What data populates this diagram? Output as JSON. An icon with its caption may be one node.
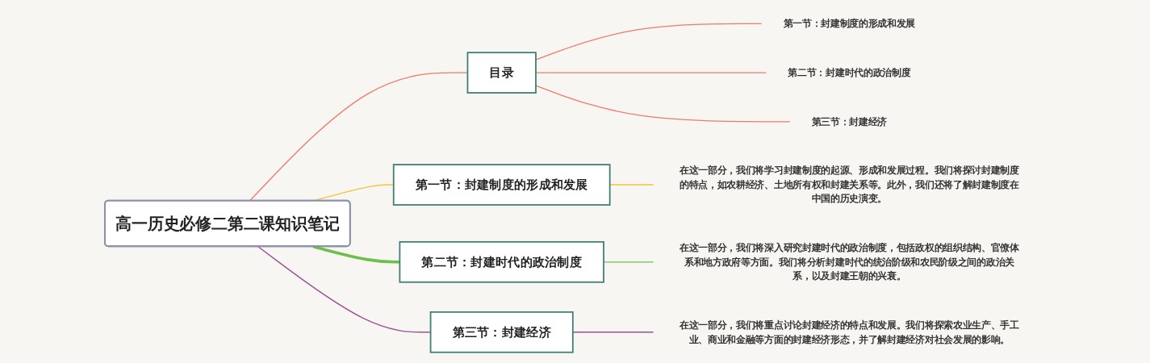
{
  "diagram": {
    "nodes": [
      {
        "text": [
          "高一历史必修二第二课知识笔记"
        ]
      },
      {
        "text": [
          "目录"
        ]
      },
      {
        "text": [
          "第一节：封建制度的形成和发展"
        ]
      },
      {
        "text": [
          "第二节：封建时代的政治制度"
        ]
      },
      {
        "text": [
          "第三节：封建经济"
        ]
      },
      {
        "text": [
          "第一节：封建制度的形成和发展"
        ]
      },
      {
        "text": [
          "在这一部分，我们将学习封建制度的起源、形成和发展过程。我们将探讨封建制度的特点，如农耕经济、土地所有权和封建关系等。此外，我们还将了解封建制度在中国的历史演变。"
        ]
      },
      {
        "text": [
          "第二节：封建时代的政治制度"
        ]
      },
      {
        "text": [
          "在这一部分，我们将深入研究封建时代的政治制度，包括政权的组织结构、官僚体系和地方政府等方面。我们将分析封建时代的统治阶级和农民阶级之间的政治关系，以及封建王朝的兴衰。"
        ]
      },
      {
        "text": [
          "第三节：封建经济"
        ]
      },
      {
        "text": [
          "在这一部分，我们将重点讨论封建经济的特点和发展。我们将探索农业生产、手工业、商业和金融等方面的封建经济形态，并了解封建经济对社会发展的影响。"
        ]
      }
    ],
    "edges": [
      {
        "from": 0,
        "to": 1,
        "arrow": "none"
      },
      {
        "from": 1,
        "to": 2,
        "arrow": "none"
      },
      {
        "from": 1,
        "to": 3,
        "arrow": "none"
      },
      {
        "from": 1,
        "to": 4,
        "arrow": "none"
      },
      {
        "from": 0,
        "to": 5,
        "arrow": "none",
        "color": "#f2c43c"
      },
      {
        "from": 5,
        "to": 6,
        "arrow": "none",
        "color": "#f2c43c"
      },
      {
        "from": 0,
        "to": 7,
        "arrow": "none",
        "style": "thick",
        "color": "#6cc04a"
      },
      {
        "from": 7,
        "to": 8,
        "arrow": "none",
        "color": "#6cc04a"
      },
      {
        "from": 0,
        "to": 9,
        "arrow": "none",
        "color": "#9b4f96"
      },
      {
        "from": 9,
        "to": 10,
        "arrow": "none",
        "color": "#9b4f96"
      }
    ]
  }
}
